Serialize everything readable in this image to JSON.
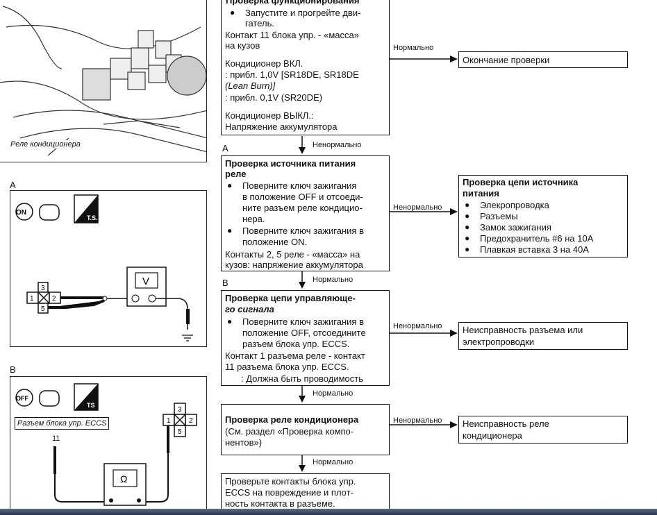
{
  "pictures": {
    "relay_label": "Реле кондиционера",
    "section_a": "A",
    "section_b": "B",
    "a_icons": [
      "ON",
      "T.S."
    ],
    "b_icons": [
      "OFF",
      "TS"
    ],
    "voltmeter": "V",
    "ohmmeter": "Ω",
    "eccs_connector_label": "Разъем блока упр. ECCS",
    "pin_11": "11",
    "relay_pins_a": [
      "3",
      "1",
      "2",
      "5"
    ],
    "relay_pins_b": [
      "3",
      "1",
      "2",
      "5"
    ]
  },
  "flow": {
    "box1": {
      "title": "Проверка функционирования",
      "lines": [
        "Запустите и прогрейте дви-",
        "гатель.",
        "Контакт 11 блока упр. - «масса»",
        "на кузов",
        "Кондиционер ВКЛ.",
        ": прибл. 1,0V [SR18DE, SR18DE",
        "(Lean Burn)]",
        ": прибл. 0,1V (SR20DE)",
        "Кондиционер ВЫКЛ.:",
        "Напряжение аккумулятора"
      ]
    },
    "arrow1_normal": "Нормально",
    "result1": "Окончание проверки",
    "arrow1_abnormal": "Ненормально",
    "sec_a": "A",
    "box2": {
      "title": "Проверка источника питания",
      "title2": "реле",
      "lines": [
        "Поверните ключ зажигания",
        "в положение OFF и отсоеди-",
        "ните разъем реле кондицио-",
        "нера.",
        "Поверните ключ зажигания в",
        "положение ON.",
        "Контакты 2, 5 реле - «масса» на",
        "кузов: напряжение аккумулятора"
      ]
    },
    "arrow2_abnormal": "Ненормально",
    "result2": {
      "title": "Проверка цепи источника",
      "title2": "питания",
      "items": [
        "Элекропроводка",
        "Разъемы",
        "Замок зажигания",
        "Предохранитель #6 на 10А",
        "Плавкая вставка 3 на 40А"
      ]
    },
    "arrow2_normal": "Нормально",
    "sec_b": "B",
    "box3": {
      "title": "Проверка цепи управляюще-",
      "title2": "го сигнала",
      "lines": [
        "Поверните ключ зажигания в",
        "положение OFF, отсоедините",
        "разъем блока упр. ECCS.",
        "Контакт 1 разъема реле - контакт",
        "11 разъема блока упр. ECCS.",
        ": Должна быть проводимость"
      ]
    },
    "arrow3_abnormal": "Ненормально",
    "result3": [
      "Неисправность разъема или",
      "электропроводки"
    ],
    "arrow3_normal": "Нормально",
    "box4": {
      "title": "Проверка реле кондиционера",
      "lines": [
        "(См. раздел «Проверка компо-",
        "нентов»)"
      ]
    },
    "arrow4_abnormal": "Ненормально",
    "result4": [
      "Неисправность реле",
      "кондиционера"
    ],
    "arrow4_normal": "Нормально",
    "box5": {
      "lines": [
        "Проверьте контакты блока упр.",
        "ECCS на повреждение и плот-",
        "ность контакта в разъеме."
      ]
    }
  }
}
